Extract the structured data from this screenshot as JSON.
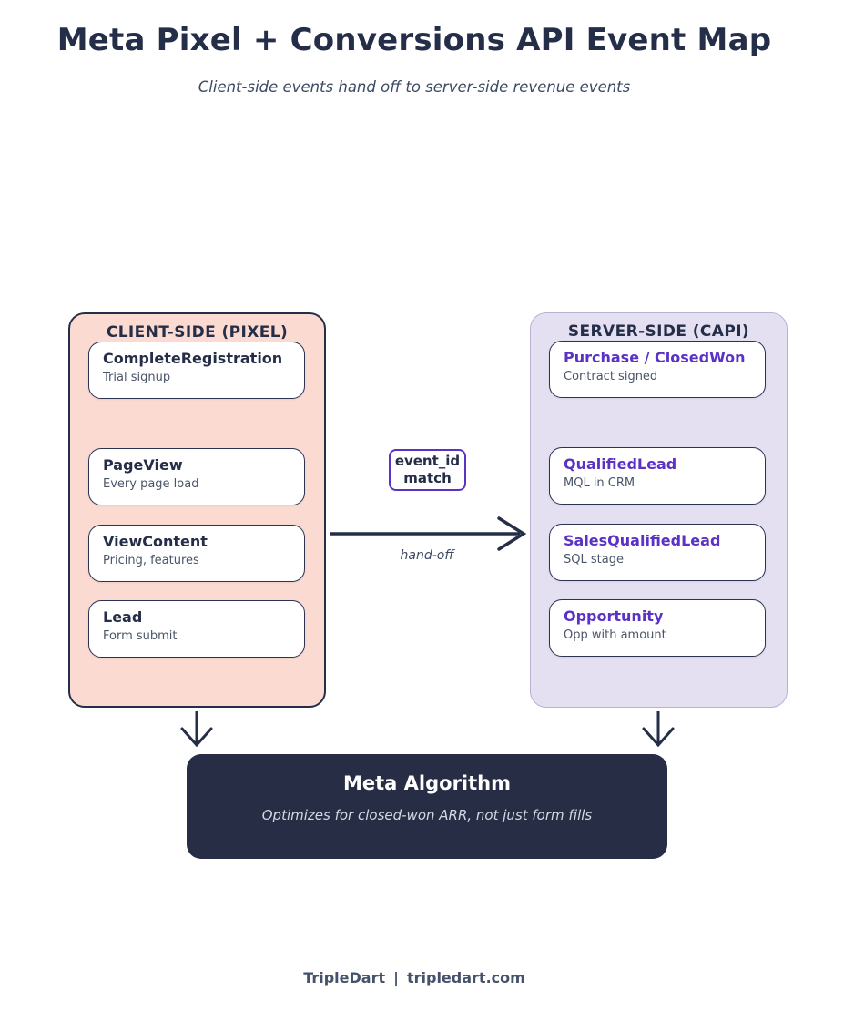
{
  "title": "Meta Pixel + Conversions API Event Map",
  "subtitle": "Client-side events hand off to server-side revenue events",
  "colors": {
    "navy_text": "#252e48",
    "slate_text": "#3d4a63",
    "client_panel_fill": "#fbdbd1",
    "server_panel_fill": "#e4e0f2",
    "server_panel_border": "#b7b1d9",
    "purple_accent": "#5b32c6",
    "algorithm_box_fill": "#262d45",
    "card_fill": "#ffffff"
  },
  "client_panel": {
    "header": "CLIENT-SIDE (PIXEL)",
    "cards": [
      {
        "title": "PageView",
        "subtitle": "Every page load"
      },
      {
        "title": "ViewContent",
        "subtitle": "Pricing, features"
      },
      {
        "title": "Lead",
        "subtitle": "Form submit"
      },
      {
        "title": "CompleteRegistration",
        "subtitle": "Trial signup"
      }
    ]
  },
  "server_panel": {
    "header": "SERVER-SIDE (CAPI)",
    "cards": [
      {
        "title": "QualifiedLead",
        "subtitle": "MQL in CRM"
      },
      {
        "title": "SalesQualifiedLead",
        "subtitle": "SQL stage"
      },
      {
        "title": "Opportunity",
        "subtitle": "Opp with amount"
      },
      {
        "title": "Purchase / ClosedWon",
        "subtitle": "Contract signed"
      }
    ]
  },
  "connector": {
    "badge_line1": "event_id",
    "badge_line2": "match",
    "label": "hand-off"
  },
  "algorithm_box": {
    "title": "Meta Algorithm",
    "subtitle": "Optimizes for closed-won ARR, not just form fills"
  },
  "footer": {
    "brand": "TripleDart",
    "separator": "|",
    "site": "tripledart.com"
  }
}
